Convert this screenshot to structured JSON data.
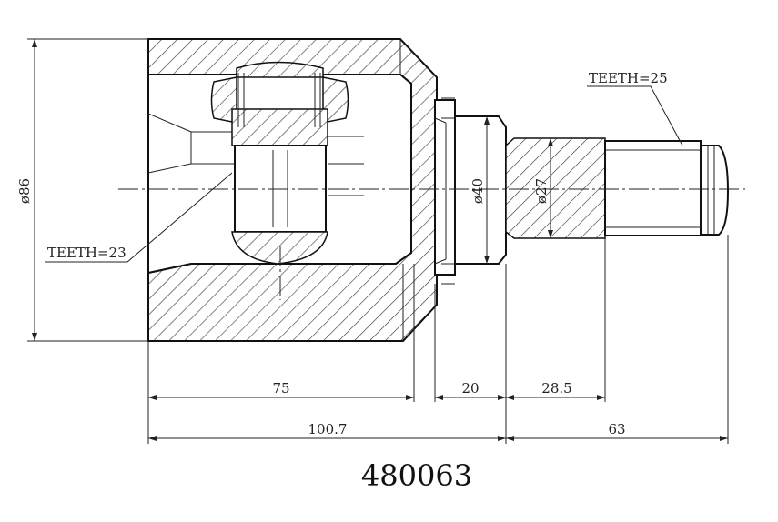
{
  "part_number": "480063",
  "annotations": {
    "teeth_inner": "TEETH=23",
    "teeth_outer": "TEETH=25"
  },
  "dimensions": {
    "overall_diameter": "ø86",
    "stem_diameter": "ø40",
    "spline_diameter": "ø27",
    "housing_length": "75",
    "stem_length": "20",
    "spline_length": "28.5",
    "total_housing_length": "100.7",
    "shaft_length": "63"
  }
}
